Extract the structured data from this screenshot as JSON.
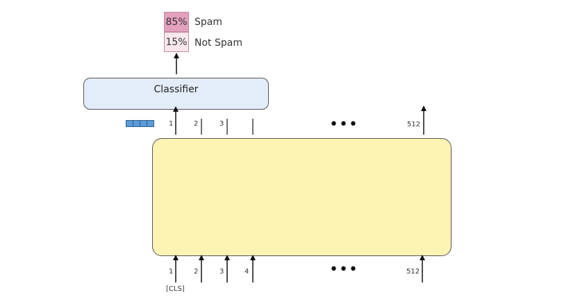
{
  "output": {
    "spam": {
      "percent": "85%",
      "label": "Spam",
      "color": "#e3a1bd"
    },
    "not_spam": {
      "percent": "15%",
      "label": "Not Spam",
      "color": "#f9e7ee"
    }
  },
  "classifier": {
    "label": "Classifier",
    "color": "#e3edf9"
  },
  "encoder": {
    "color": "#fdf3b3"
  },
  "top_positions": [
    "1",
    "2",
    "3",
    "512"
  ],
  "bottom_positions": [
    "1",
    "2",
    "3",
    "4",
    "512"
  ],
  "cls_token": "[CLS]",
  "ellipsis": "•••",
  "vector_cells": 4
}
